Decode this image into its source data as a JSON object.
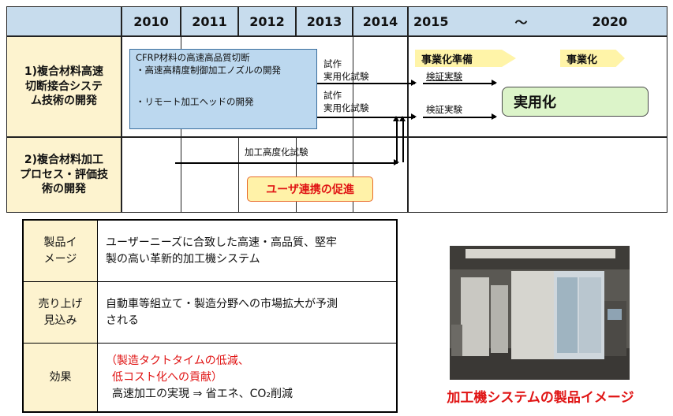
{
  "roadmap": {
    "years": [
      "2010",
      "2011",
      "2012",
      "2013",
      "2014",
      "2015",
      "～",
      "2020"
    ],
    "rows": [
      {
        "label_lines": [
          "1)複合材料高速",
          "切断接合システ",
          "ム技術の開発"
        ]
      },
      {
        "label_lines": [
          "2)複合材料加工",
          "プロセス・評価技",
          "術の開発"
        ]
      }
    ],
    "box_lines": [
      "CFRP材料の高速高品質切断",
      "・高速高精度制御加工ノズルの開発"
    ],
    "remote_head": "・リモート加工ヘッドの開発",
    "prototype_1": [
      "試作",
      "実用化試験"
    ],
    "prototype_2": [
      "試作",
      "実用化試験"
    ],
    "verify_1": "検証実験",
    "verify_2": "検証実験",
    "phase_prep": "事業化準備",
    "phase_commercial": "事業化",
    "practical": "実用化",
    "advanced_test": "加工高度化試験",
    "user_collab": "ユーザ連携の促進"
  },
  "info": {
    "rows": [
      {
        "label_lines": [
          "製品イ",
          "メージ"
        ],
        "value_lines": [
          "ユーザーニーズに合致した高速・高品質、堅牢",
          "製の高い革新的加工機システム"
        ]
      },
      {
        "label_lines": [
          "売り上げ",
          "見込み"
        ],
        "value_lines": [
          "自動車等組立て・製造分野への市場拡大が予測",
          "される"
        ]
      },
      {
        "label_lines": [
          "効果"
        ],
        "value_lines_red": [
          "（製造タクトタイムの低減、",
          "低コスト化への貢献）"
        ],
        "value_line": "高速加工の実現 ⇒ 省エネ、CO₂削減"
      }
    ]
  },
  "photo_caption": "加工機システムの製品イメージ",
  "colors": {
    "header_bg": "#c7dced",
    "label_bg": "#fdf3cf",
    "blue_box": "#bcd8ef",
    "green_box": "#dcf4c9",
    "chevron": "#fff4a8",
    "red_text": "#e01414"
  }
}
